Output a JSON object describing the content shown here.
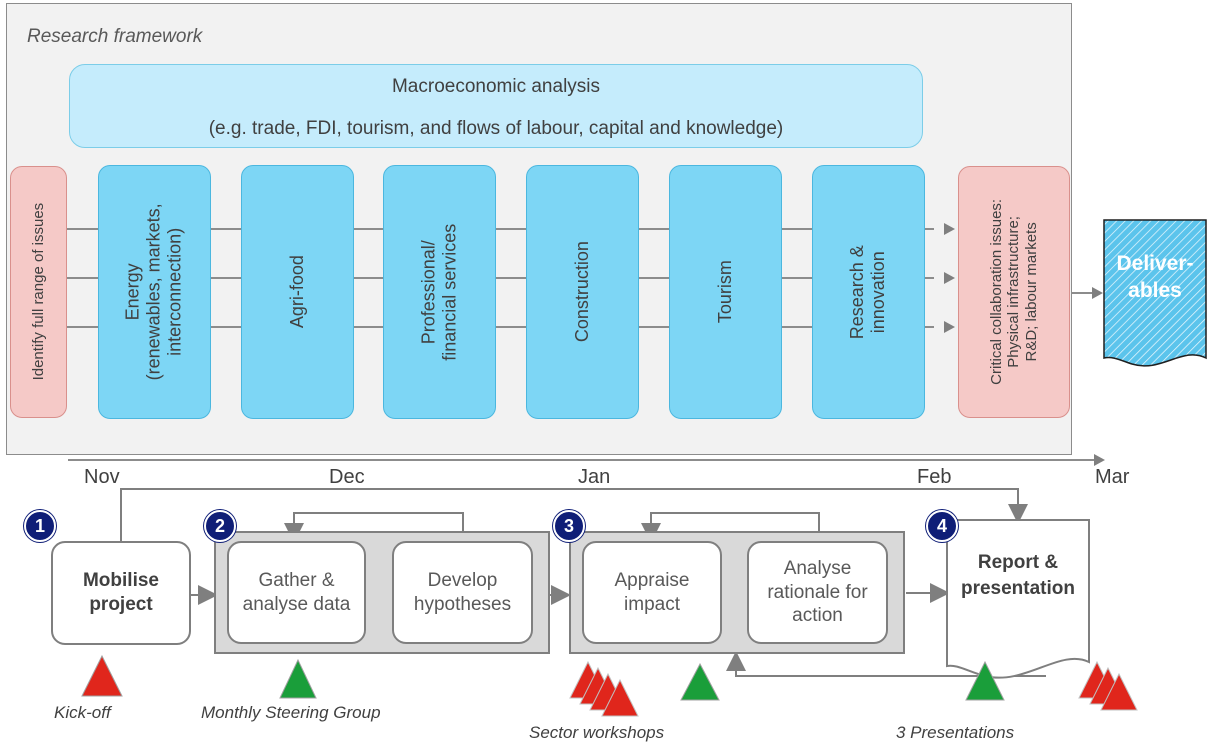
{
  "framework": {
    "title": "Research framework",
    "macro_line1": "Macroeconomic analysis",
    "macro_line2": "(e.g. trade, FDI, tourism, and flows of labour, capital and knowledge)",
    "issues_label": "Identify full range of issues",
    "sectors": [
      {
        "lines": [
          "Energy",
          "(renewables, markets,",
          "interconnection)"
        ]
      },
      {
        "lines": [
          "Agri-food"
        ]
      },
      {
        "lines": [
          "Professional/",
          "financial services"
        ]
      },
      {
        "lines": [
          "Construction"
        ]
      },
      {
        "lines": [
          "Tourism"
        ]
      },
      {
        "lines": [
          "Research &",
          "innovation"
        ]
      }
    ],
    "critical_lines": [
      "Critical collaboration issues:",
      "Physical infrastructure;",
      "R&D; labour markets"
    ],
    "deliverables": [
      "Deliver-",
      "ables"
    ]
  },
  "timeline": {
    "months": [
      "Nov",
      "Dec",
      "Jan",
      "Feb",
      "Mar"
    ]
  },
  "stages": {
    "numbers": [
      "1",
      "2",
      "3",
      "4"
    ],
    "mobilise": [
      "Mobilise",
      "project"
    ],
    "gather": [
      "Gather &",
      "analyse data"
    ],
    "develop": [
      "Develop",
      "hypotheses"
    ],
    "appraise": [
      "Appraise",
      "impact"
    ],
    "analyse": [
      "Analyse",
      "rationale for",
      "action"
    ],
    "report": [
      "Report &",
      "presentation"
    ]
  },
  "markers": {
    "kickoff": "Kick-off",
    "steering": "Monthly Steering Group",
    "workshops": "Sector workshops",
    "presentations": "3 Presentations"
  },
  "colors": {
    "red_marker": "#e0261c",
    "green_marker": "#1a9e3a",
    "number_badge": "#0f1e77",
    "sector_blue": "#7dd6f5",
    "issue_pink": "#f5c9c7"
  }
}
